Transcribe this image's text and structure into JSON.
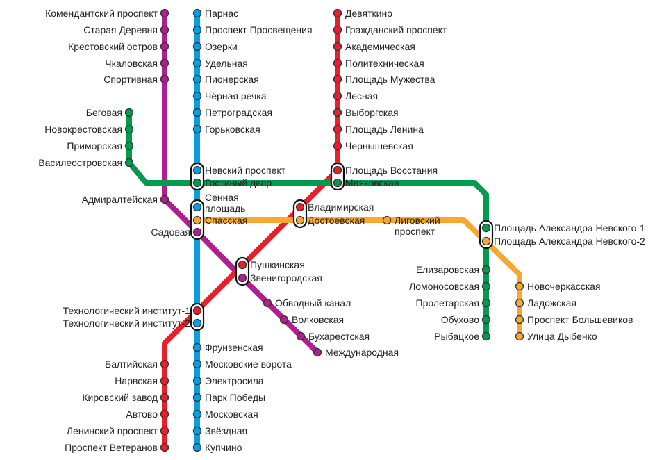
{
  "map": {
    "lines": [
      {
        "id": "purple",
        "color": "#b01f8f",
        "stations": [
          "Комендантский проспект",
          "Старая Деревня",
          "Крестовский остров",
          "Чкаловская",
          "Спортивная",
          "Адмиралтейская",
          "Садовая",
          "Звенигородская",
          "Обводный канал",
          "Волковская",
          "Бухарестская",
          "Международная"
        ]
      },
      {
        "id": "blue",
        "color": "#0a9de0",
        "stations": [
          "Парнас",
          "Проспект Просвещения",
          "Озерки",
          "Удельная",
          "Пионерская",
          "Чёрная речка",
          "Петроградская",
          "Горьковская",
          "Невский проспект",
          "Сенная площадь",
          "Технологический институт-2",
          "Фрунзенская",
          "Московские ворота",
          "Электросила",
          "Парк Победы",
          "Московская",
          "Звёздная",
          "Купчино"
        ]
      },
      {
        "id": "red",
        "color": "#e8202a",
        "stations": [
          "Девяткино",
          "Гражданский проспект",
          "Академическая",
          "Политехническая",
          "Площадь Мужества",
          "Лесная",
          "Выборгская",
          "Площадь Ленина",
          "Чернышевская",
          "Площадь Восстания",
          "Владимирская",
          "Пушкинская",
          "Технологический институт-1",
          "Балтийская",
          "Нарвская",
          "Кировский завод",
          "Автово",
          "Ленинский проспект",
          "Проспект Ветеранов"
        ]
      },
      {
        "id": "green",
        "color": "#029a4f",
        "stations": [
          "Беговая",
          "Новокрестовская",
          "Приморская",
          "Василеостровская",
          "Гостиный двор",
          "Маяковская",
          "Площадь Александра Невского-1",
          "Елизаровская",
          "Ломоносовская",
          "Пролетарская",
          "Обухово",
          "Рыбацкое"
        ]
      },
      {
        "id": "orange",
        "color": "#f6a832",
        "stations": [
          "Спасская",
          "Достоевская",
          "Лиговский проспект",
          "Площадь Александра Невского-2",
          "Новочеркасская",
          "Ладожская",
          "Проспект Большевиков",
          "Улица Дыбенко"
        ]
      }
    ]
  }
}
